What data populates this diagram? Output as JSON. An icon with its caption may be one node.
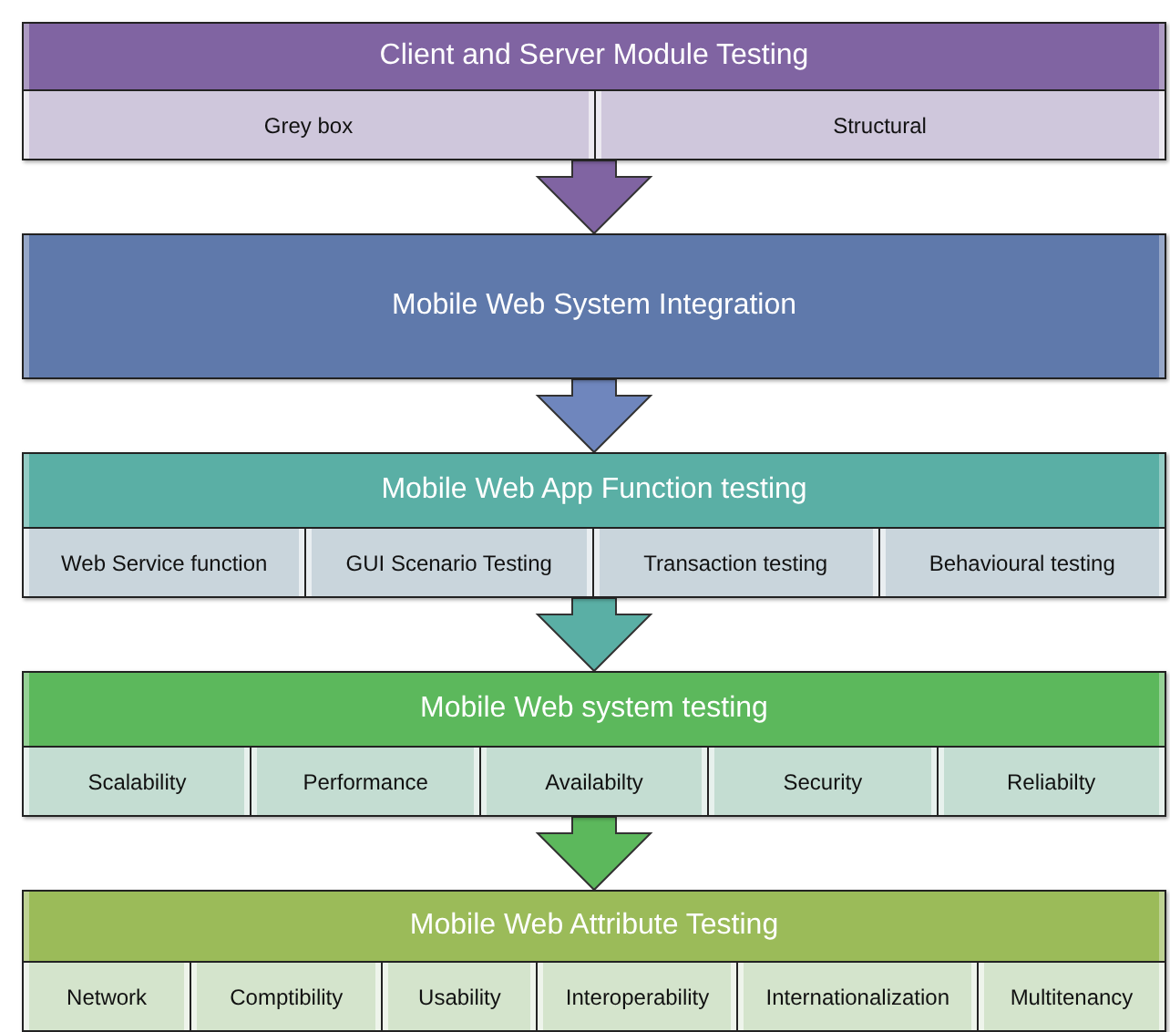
{
  "diagram": {
    "nodes": [
      {
        "text": [
          "Client and Server Module Testing"
        ]
      },
      {
        "text": [
          "Grey box"
        ],
        "in": 0
      },
      {
        "text": [
          "Structural"
        ],
        "in": 0
      },
      {
        "text": [
          "Mobile Web System Integration"
        ]
      },
      {
        "text": [
          "Mobile Web App Function testing"
        ]
      },
      {
        "text": [
          "Web Service function"
        ],
        "in": 4
      },
      {
        "text": [
          "GUI Scenario Testing"
        ],
        "in": 4
      },
      {
        "text": [
          "Transaction testing"
        ],
        "in": 4
      },
      {
        "text": [
          "Behavioural testing"
        ],
        "in": 4
      },
      {
        "text": [
          "Mobile Web system testing"
        ]
      },
      {
        "text": [
          "Scalability"
        ],
        "in": 9
      },
      {
        "text": [
          "Performance"
        ],
        "in": 9
      },
      {
        "text": [
          "Availabilty"
        ],
        "in": 9
      },
      {
        "text": [
          "Security"
        ],
        "in": 9
      },
      {
        "text": [
          "Reliabilty"
        ],
        "in": 9
      },
      {
        "text": [
          "Mobile Web Attribute Testing"
        ]
      },
      {
        "text": [
          "Network"
        ],
        "in": 15
      },
      {
        "text": [
          "Comptibility"
        ],
        "in": 15
      },
      {
        "text": [
          "Usability"
        ],
        "in": 15
      },
      {
        "text": [
          "Interoperability"
        ],
        "in": 15
      },
      {
        "text": [
          "Internationalization"
        ],
        "in": 15
      },
      {
        "text": [
          "Multitenancy"
        ],
        "in": 15
      }
    ],
    "edges": [
      {
        "from": 0,
        "to": 3,
        "arrow": "to",
        "style": "thick",
        "color": "#8064a2"
      },
      {
        "from": 3,
        "to": 4,
        "arrow": "to",
        "style": "thick",
        "color": "#6f86bd"
      },
      {
        "from": 4,
        "to": 9,
        "arrow": "to",
        "style": "thick",
        "color": "#5aafa5"
      },
      {
        "from": 9,
        "to": 15,
        "arrow": "to",
        "style": "thick",
        "color": "#5cb85c"
      }
    ]
  }
}
